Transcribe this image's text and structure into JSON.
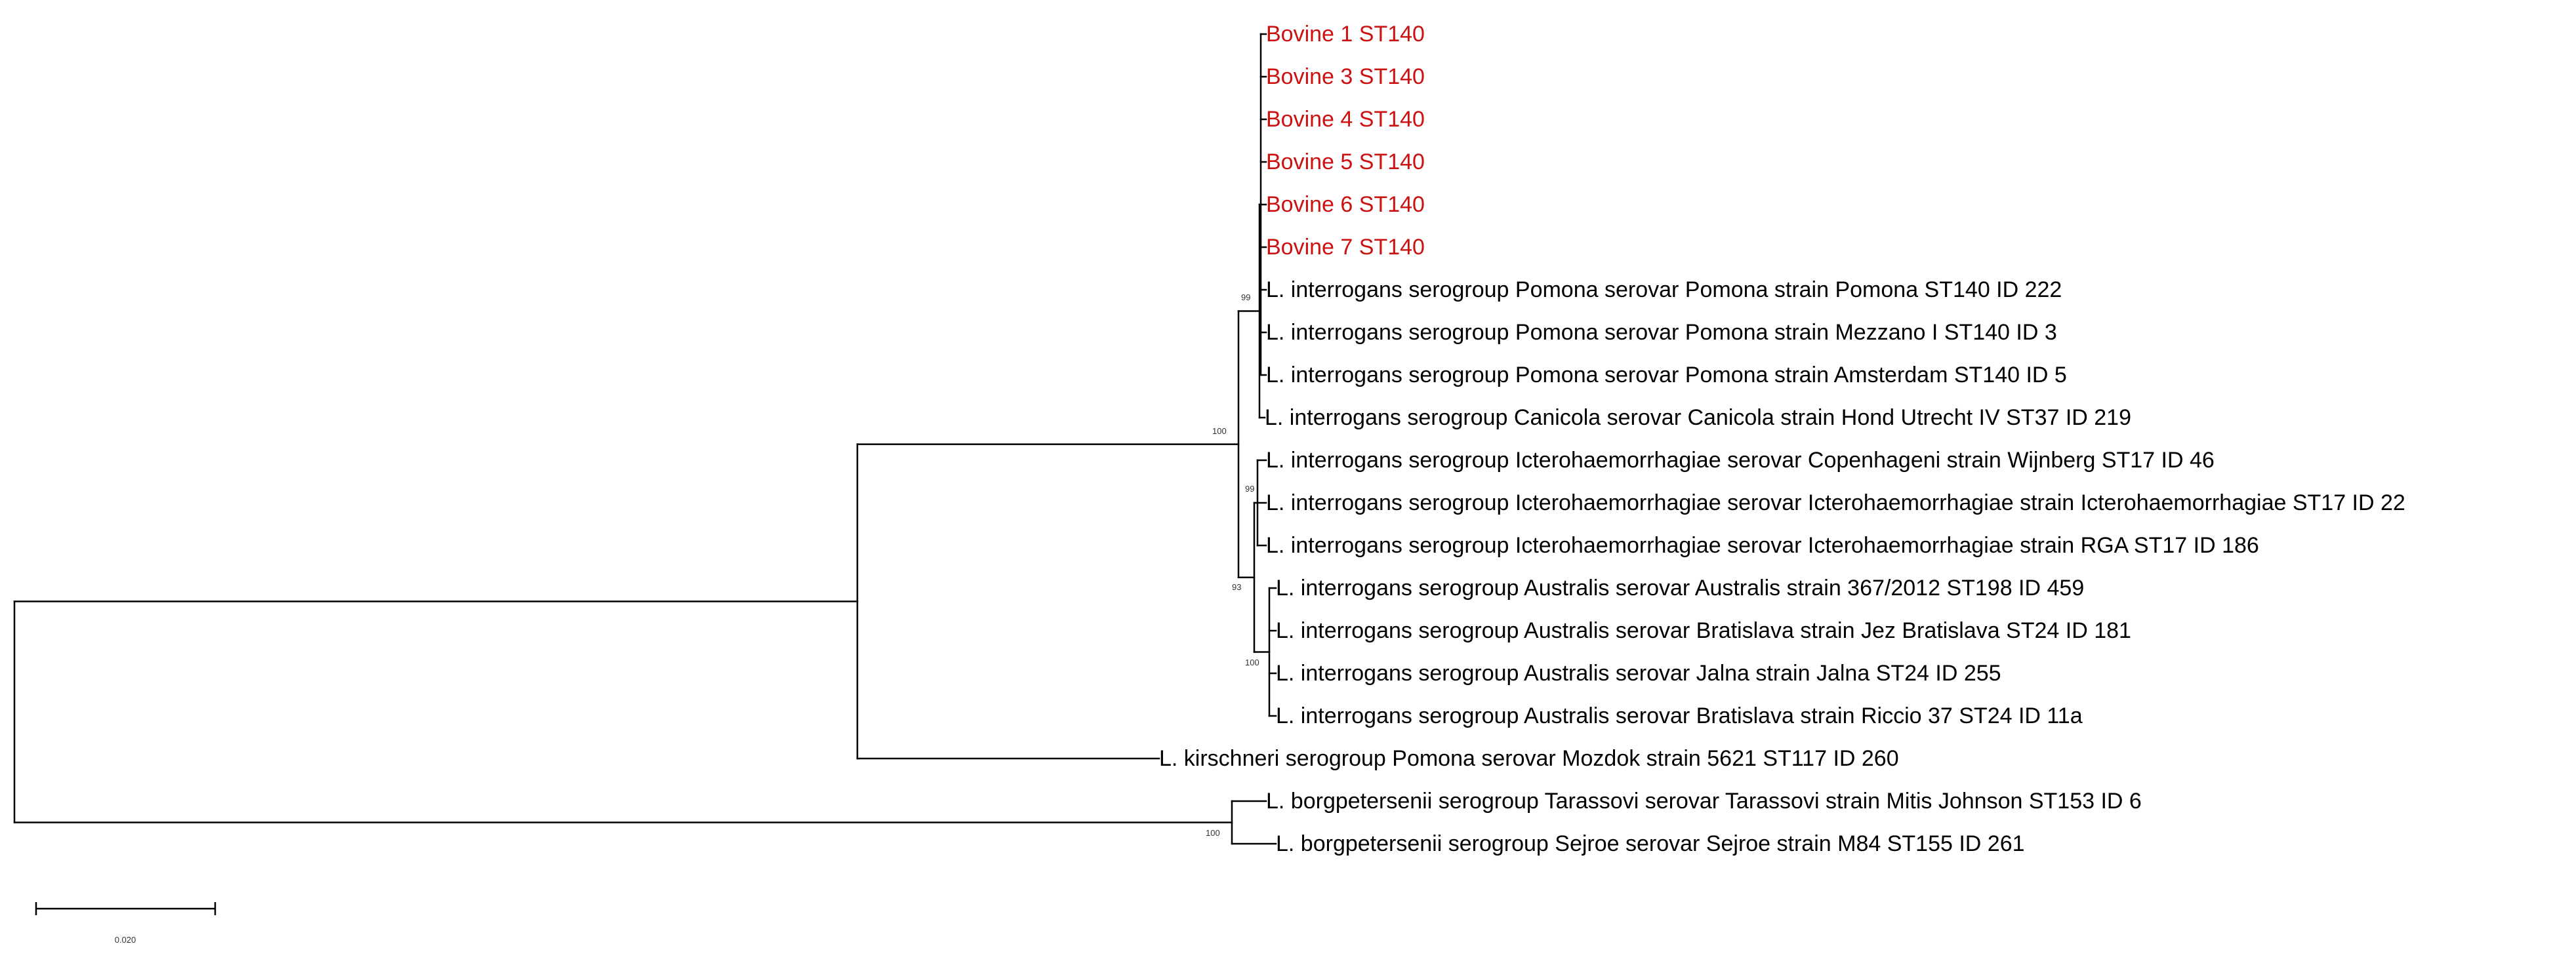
{
  "colors": {
    "highlight": "#cc1111",
    "default": "#000000"
  },
  "tree": {
    "leaves": [
      {
        "id": "b1",
        "label": "Bovine 1 ST140",
        "color": "#cc1111"
      },
      {
        "id": "b3",
        "label": "Bovine 3 ST140",
        "color": "#cc1111"
      },
      {
        "id": "b4",
        "label": "Bovine 4 ST140",
        "color": "#cc1111"
      },
      {
        "id": "b5",
        "label": "Bovine 5 ST140",
        "color": "#cc1111"
      },
      {
        "id": "b6",
        "label": "Bovine 6 ST140",
        "color": "#cc1111"
      },
      {
        "id": "b7",
        "label": "Bovine 7 ST140",
        "color": "#cc1111"
      },
      {
        "id": "p222",
        "label": "L. interrogans serogroup Pomona serovar Pomona strain Pomona ST140 ID 222",
        "color": "#000000"
      },
      {
        "id": "p3",
        "label": "L. interrogans serogroup Pomona serovar Pomona strain Mezzano I ST140 ID 3",
        "color": "#000000"
      },
      {
        "id": "p5",
        "label": "L. interrogans serogroup Pomona serovar Pomona strain Amsterdam ST140 ID 5",
        "color": "#000000"
      },
      {
        "id": "c219",
        "label": "L. interrogans serogroup Canicola serovar Canicola strain Hond Utrecht IV ST37 ID 219",
        "color": "#000000"
      },
      {
        "id": "i46",
        "label": "L. interrogans serogroup Icterohaemorrhagiae serovar Copenhageni strain Wijnberg ST17 ID 46",
        "color": "#000000"
      },
      {
        "id": "i22",
        "label": "L. interrogans serogroup Icterohaemorrhagiae serovar Icterohaemorrhagiae strain Icterohaemorrhagiae ST17 ID 22",
        "color": "#000000"
      },
      {
        "id": "i186",
        "label": "L. interrogans serogroup Icterohaemorrhagiae serovar Icterohaemorrhagiae strain RGA ST17 ID 186",
        "color": "#000000"
      },
      {
        "id": "a459",
        "label": "L. interrogans serogroup Australis serovar Australis strain 367/2012 ST198 ID 459",
        "color": "#000000"
      },
      {
        "id": "a181",
        "label": "L. interrogans serogroup Australis serovar Bratislava strain Jez Bratislava ST24 ID 181",
        "color": "#000000"
      },
      {
        "id": "a255",
        "label": "L. interrogans serogroup Australis serovar Jalna strain Jalna ST24 ID 255",
        "color": "#000000"
      },
      {
        "id": "a11a",
        "label": "L. interrogans serogroup Australis serovar Bratislava strain Riccio 37 ST24 ID 11a",
        "color": "#000000"
      },
      {
        "id": "k260",
        "label": "L. kirschneri serogroup Pomona serovar Mozdok strain 5621 ST117 ID 260",
        "color": "#000000"
      },
      {
        "id": "bg6",
        "label": "L. borgpetersenii serogroup Tarassovi serovar Tarassovi strain Mitis Johnson ST153 ID 6",
        "color": "#000000"
      },
      {
        "id": "bg261",
        "label": "L. borgpetersenii serogroup Sejroe serovar Sejroe strain M84 ST155 ID 261",
        "color": "#000000"
      }
    ],
    "bootstrap": [
      {
        "node": "pomona_clade",
        "value": "99"
      },
      {
        "node": "interrogans_root",
        "value": "100"
      },
      {
        "node": "ictero_clade",
        "value": "99"
      },
      {
        "node": "ictero_australis",
        "value": "93"
      },
      {
        "node": "australis_clade",
        "value": "100"
      },
      {
        "node": "borgpetersenii_clade",
        "value": "100"
      }
    ]
  },
  "scale_bar": {
    "label": "0.020"
  }
}
